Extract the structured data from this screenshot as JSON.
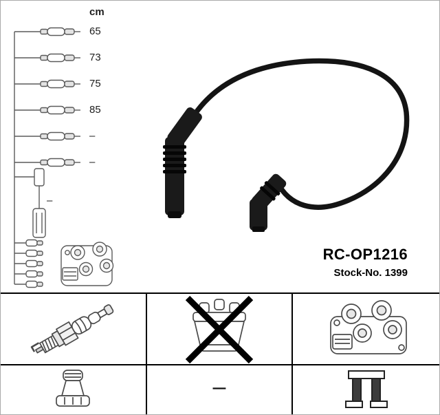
{
  "product": {
    "part_number": "RC-OP1216",
    "stock_number": "Stock-No. 1399"
  },
  "length_diagram": {
    "unit_header": "cm",
    "cable_lengths": [
      "65",
      "73",
      "75",
      "85",
      "–",
      "–"
    ],
    "coil_wire_length": "–"
  },
  "table": {
    "dash_cell": "–"
  },
  "icons": {
    "cable_set_diagram": "cable-set-diagram",
    "ignition_coil_drawing": "ignition-coil-drawing",
    "ignition_lead_photo": "ignition-lead-photo",
    "spark_plug": "spark-plug-icon",
    "distributor_cap_crossed": "distributor-cap-crossed-icon",
    "coil_pack": "ignition-coil-icon",
    "connector_boot": "connector-boot-icon",
    "mounting_bracket": "mounting-bracket-icon"
  },
  "colors": {
    "table_border": "#000000",
    "diagram_stroke": "#5a5a5a",
    "cable_black": "#141414",
    "cross_black": "#000000"
  }
}
